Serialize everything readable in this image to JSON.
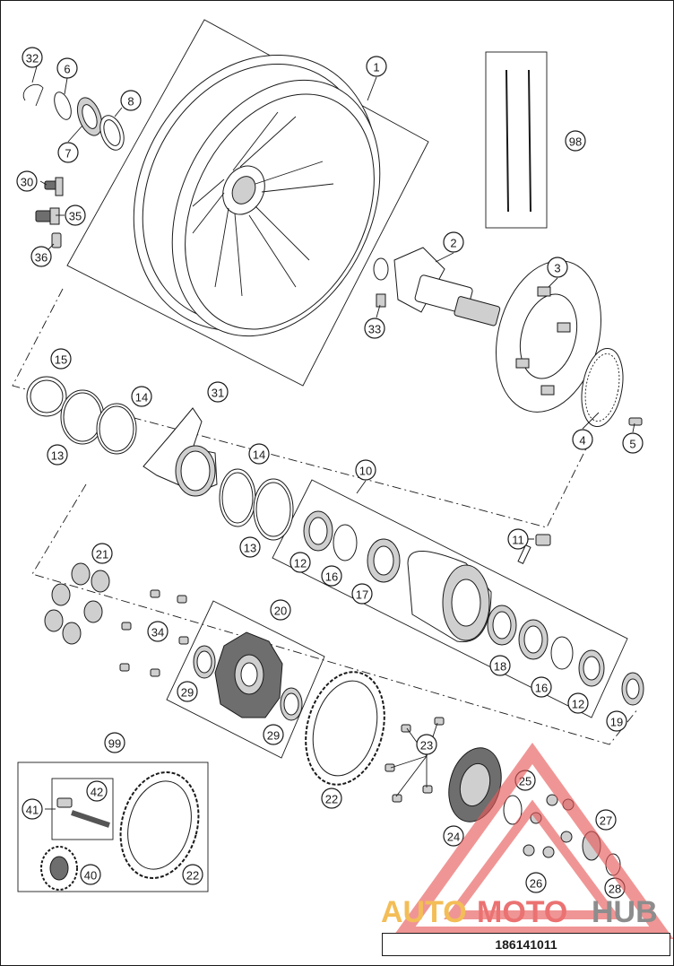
{
  "diagram": {
    "document_number": "186141011",
    "watermark": {
      "text_part1": "AUTO",
      "text_part2": "MOTO",
      "text_part3": "HUB",
      "colors": {
        "auto": "#f2b23a",
        "moto": "#e85a5a",
        "hub": "#7a7a7a"
      }
    },
    "callouts": [
      {
        "label": "1"
      },
      {
        "label": "2"
      },
      {
        "label": "3"
      },
      {
        "label": "4"
      },
      {
        "label": "5"
      },
      {
        "label": "6"
      },
      {
        "label": "7"
      },
      {
        "label": "8"
      },
      {
        "label": "10"
      },
      {
        "label": "11"
      },
      {
        "label": "12"
      },
      {
        "label": "12"
      },
      {
        "label": "13"
      },
      {
        "label": "13"
      },
      {
        "label": "14"
      },
      {
        "label": "14"
      },
      {
        "label": "15"
      },
      {
        "label": "16"
      },
      {
        "label": "16"
      },
      {
        "label": "17"
      },
      {
        "label": "18"
      },
      {
        "label": "19"
      },
      {
        "label": "20"
      },
      {
        "label": "21"
      },
      {
        "label": "22"
      },
      {
        "label": "22"
      },
      {
        "label": "23"
      },
      {
        "label": "24"
      },
      {
        "label": "25"
      },
      {
        "label": "26"
      },
      {
        "label": "27"
      },
      {
        "label": "28"
      },
      {
        "label": "29"
      },
      {
        "label": "29"
      },
      {
        "label": "30"
      },
      {
        "label": "31"
      },
      {
        "label": "32"
      },
      {
        "label": "33"
      },
      {
        "label": "34"
      },
      {
        "label": "35"
      },
      {
        "label": "36"
      },
      {
        "label": "40"
      },
      {
        "label": "41"
      },
      {
        "label": "42"
      },
      {
        "label": "98"
      },
      {
        "label": "99"
      }
    ]
  }
}
